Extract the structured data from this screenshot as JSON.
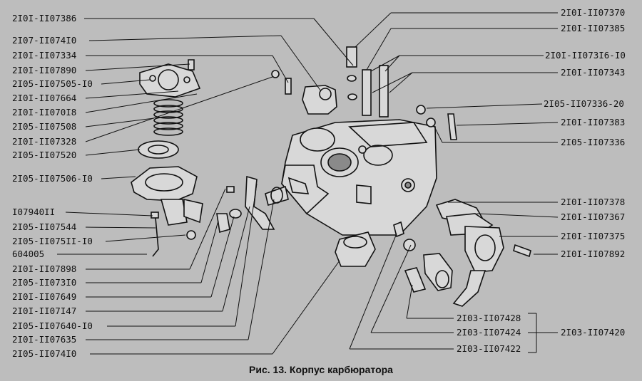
{
  "caption": "Рис. 13. Корпус карбюратора",
  "labels_left": [
    "2I0I-II07386",
    "2I07-II074I0",
    "2I0I-II07334",
    "2I0I-II07890",
    "2I05-II07505-I0",
    "2I0I-II07664",
    "2I0I-II070I8",
    "2I05-II07508",
    "2I0I-II07328",
    "2I05-II07520",
    "2I05-II07506-I0",
    "I07940II",
    "2I05-II07544",
    "2I05-II075II-I0",
    "604005",
    "2I0I-II07898",
    "2I05-II073I0",
    "2I0I-II07649",
    "2I0I-II07I47",
    "2I05-II07640-I0",
    "2I0I-II07635",
    "2I05-II074I0"
  ],
  "labels_right": [
    "2I0I-II07370",
    "2I0I-II07385",
    "2I0I-II073I6-I0",
    "2I0I-II07343",
    "2I05-II07336-20",
    "2I0I-II07383",
    "2I05-II07336",
    "2I0I-II07378",
    "2I0I-II07367",
    "2I0I-II07375",
    "2I0I-II07892"
  ],
  "labels_bottom": [
    "2I03-II07428",
    "2I03-II07424",
    "2I03-II07422"
  ],
  "label_group": "2I03-II07420"
}
